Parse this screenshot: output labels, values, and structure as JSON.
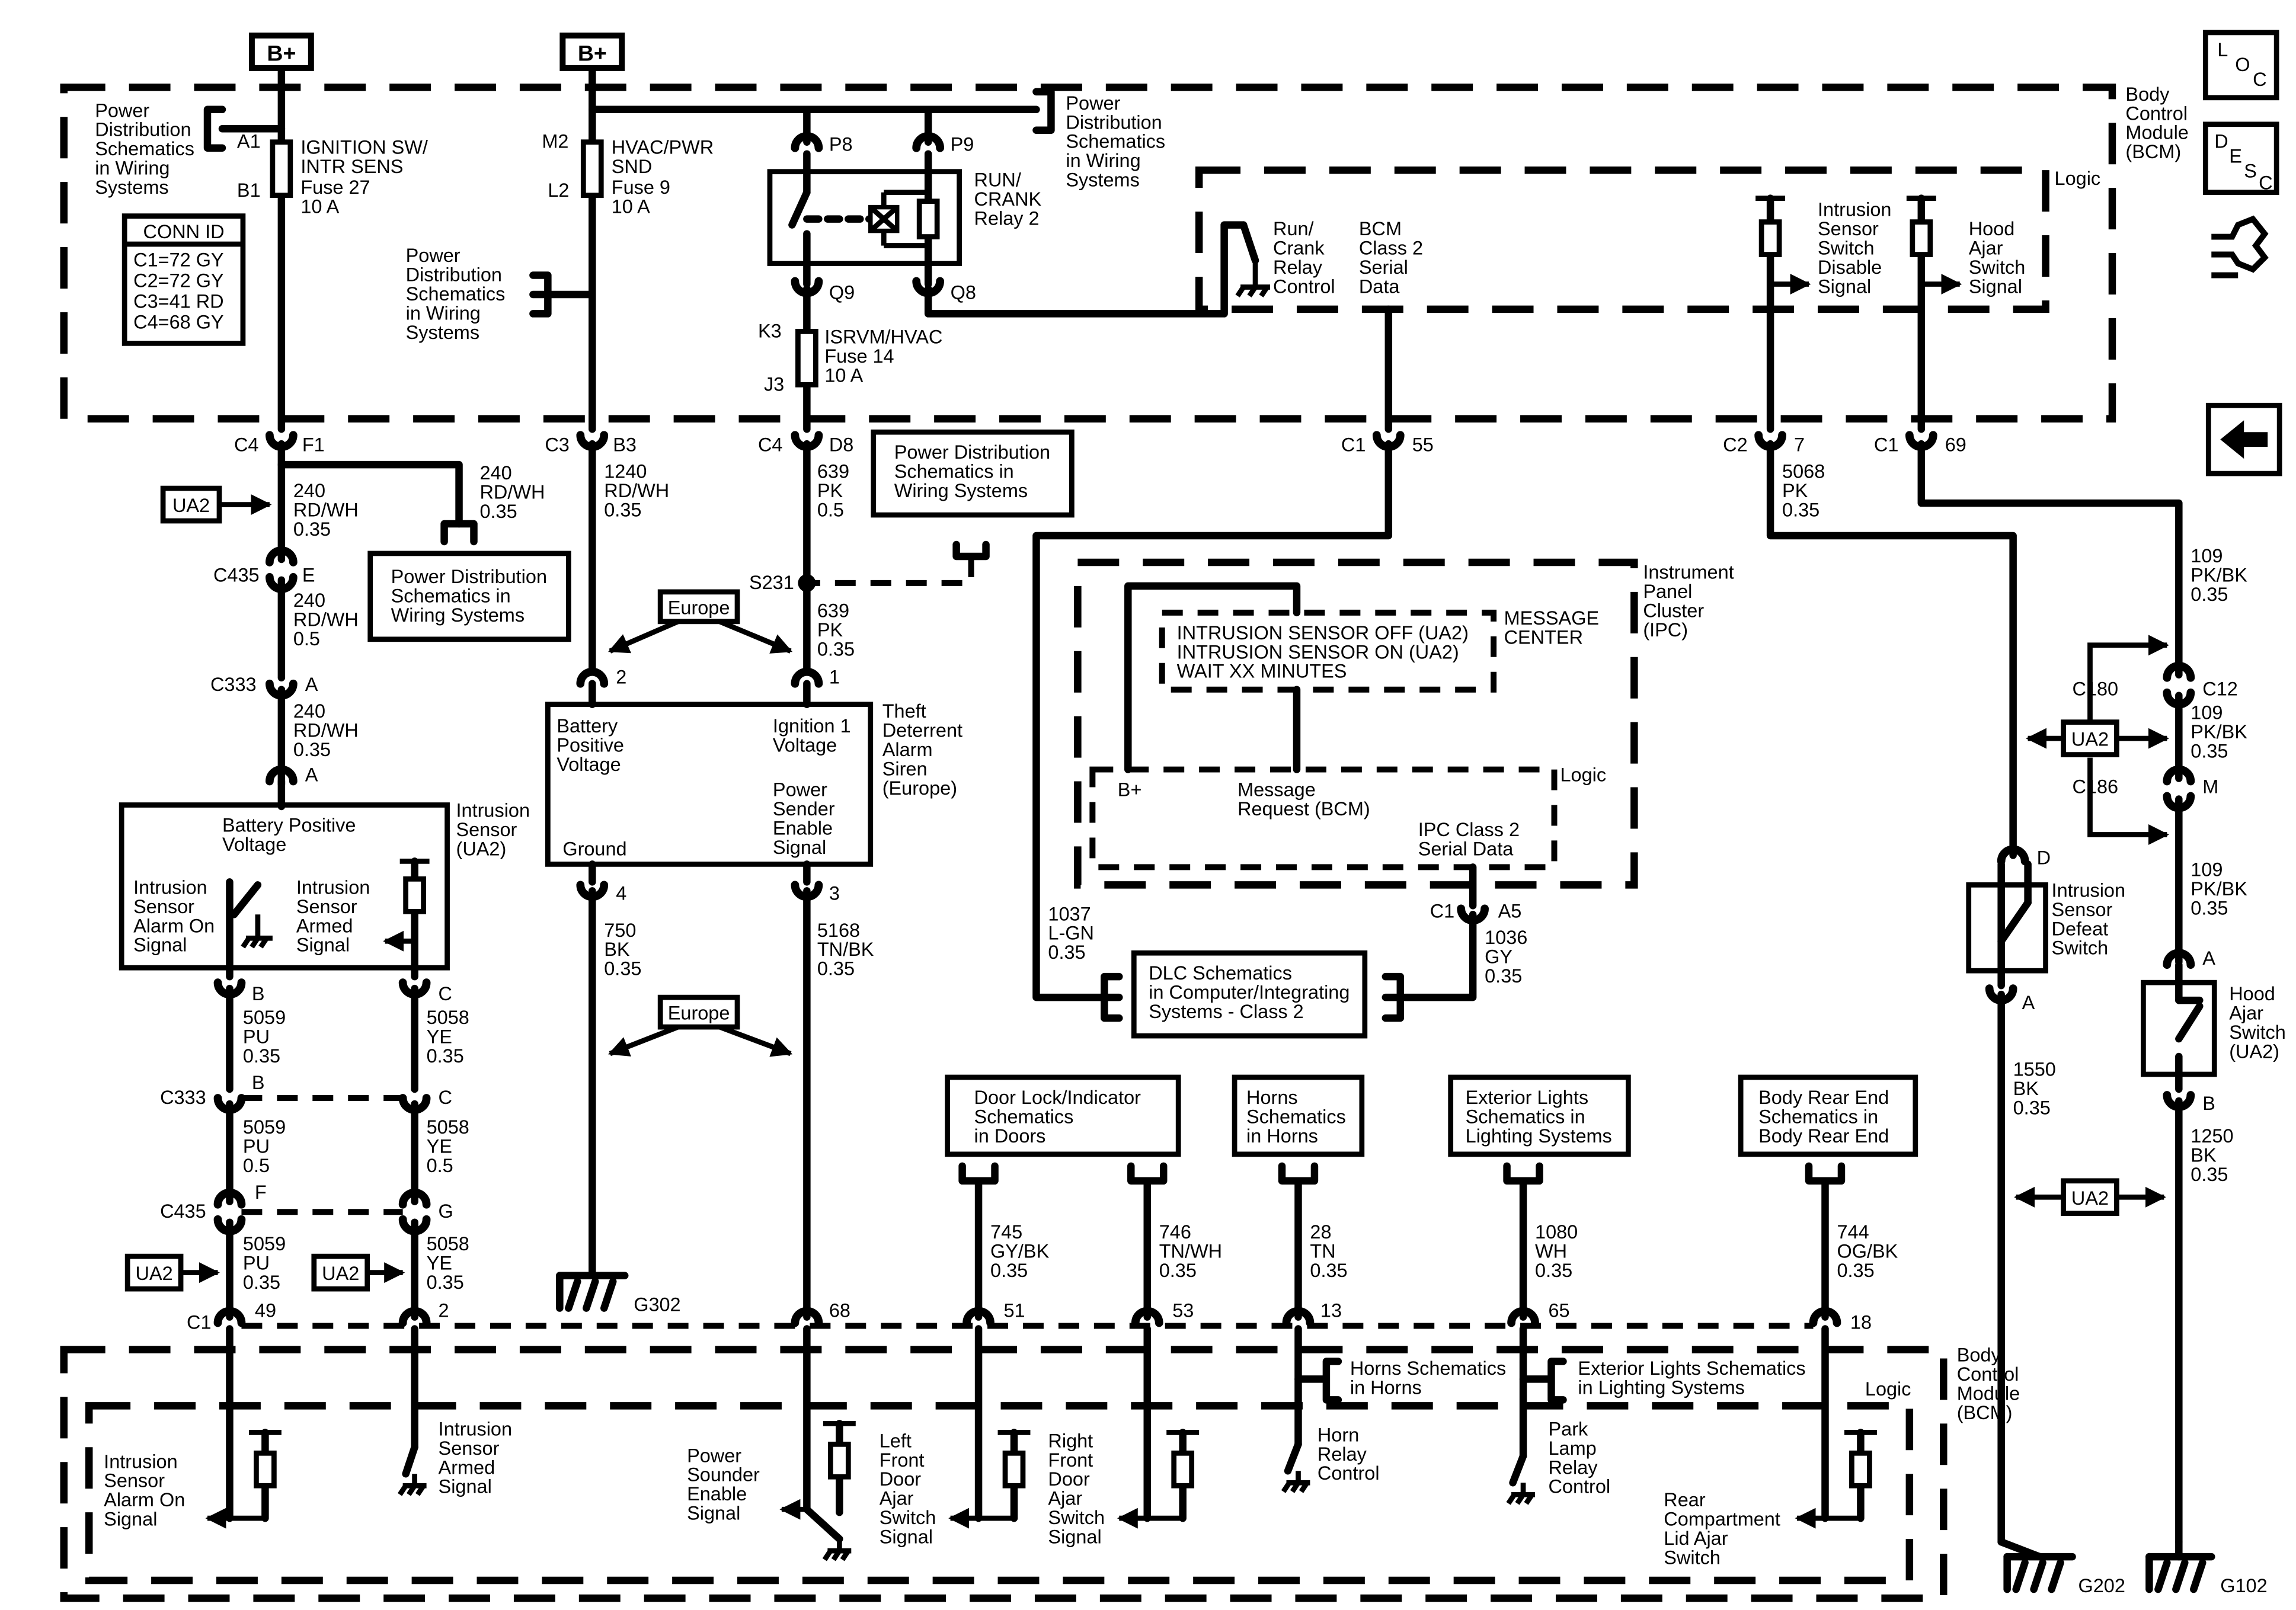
{
  "bplus": [
    "B+",
    "B+"
  ],
  "nav": {
    "loc": [
      "L",
      "O",
      "C"
    ],
    "desc": [
      "D",
      "E",
      "S",
      "C"
    ]
  },
  "bcm_top": [
    "Body",
    "Control",
    "Module",
    "(BCM)"
  ],
  "bcm_bottom": [
    "Body",
    "Control",
    "Module",
    "(BCM)"
  ],
  "logic": "Logic",
  "pds_left": [
    "Power",
    "Distribution",
    "Schematics",
    "in Wiring",
    "Systems"
  ],
  "pds_mid": [
    "Power",
    "Distribution",
    "Schematics",
    "in Wiring",
    "Systems"
  ],
  "pds_right": [
    "Power",
    "Distribution",
    "Schematics",
    "in Wiring",
    "Systems"
  ],
  "pds_box1": [
    "Power Distribution",
    "Schematics in",
    "Wiring Systems"
  ],
  "pds_box2": [
    "Power Distribution",
    "Schematics in",
    "Wiring Systems"
  ],
  "conn_id": {
    "title": "CONN ID",
    "rows": [
      "C1=72 GY",
      "C2=72 GY",
      "C3=41 RD",
      "C4=68 GY"
    ]
  },
  "fuse27": {
    "top": "A1",
    "bot": "B1",
    "label": [
      "IGNITION SW/",
      "INTR SENS",
      "Fuse 27",
      "10 A"
    ]
  },
  "fuse9": {
    "top": "M2",
    "bot": "L2",
    "label": [
      "HVAC/PWR",
      "SND",
      "Fuse 9",
      "10 A"
    ]
  },
  "fuse14": {
    "top": "K3",
    "bot": "J3",
    "label": [
      "ISRVM/HVAC",
      "Fuse 14",
      "10 A"
    ]
  },
  "relay": {
    "p8": "P8",
    "p9": "P9",
    "q9": "Q9",
    "q8": "Q8",
    "label": [
      "RUN/",
      "CRANK",
      "Relay 2"
    ]
  },
  "bcm_signals": {
    "run_crank": [
      "Run/",
      "Crank",
      "Relay",
      "Control"
    ],
    "class2": [
      "BCM",
      "Class 2",
      "Serial",
      "Data"
    ],
    "isd": [
      "Intrusion",
      "Sensor",
      "Switch",
      "Disable",
      "Signal"
    ],
    "hood": [
      "Hood",
      "Ajar",
      "Switch",
      "Signal"
    ]
  },
  "top_connectors": {
    "c4f1": [
      "C4",
      "F1"
    ],
    "c3b3": [
      "C3",
      "B3"
    ],
    "c4d8": [
      "C4",
      "D8"
    ],
    "c155": [
      "C1",
      "55"
    ],
    "c27": [
      "C2",
      "7"
    ],
    "c169": [
      "C1",
      "69"
    ]
  },
  "wires": {
    "w240a": [
      "240",
      "RD/WH",
      "0.35"
    ],
    "w240b": [
      "240",
      "RD/WH",
      "0.35"
    ],
    "w240c": [
      "240",
      "RD/WH",
      "0.5"
    ],
    "w240d": [
      "240",
      "RD/WH",
      "0.35"
    ],
    "w1240": [
      "1240",
      "RD/WH",
      "0.35"
    ],
    "w639a": [
      "639",
      "PK",
      "0.5"
    ],
    "w639b": [
      "639",
      "PK",
      "0.35"
    ],
    "w5068": [
      "5068",
      "PK",
      "0.35"
    ],
    "w109a": [
      "109",
      "PK/BK",
      "0.35"
    ],
    "w109b": [
      "109",
      "PK/BK",
      "0.35"
    ],
    "w109c": [
      "109",
      "PK/BK",
      "0.35"
    ],
    "w1037": [
      "1037",
      "L-GN",
      "0.35"
    ],
    "w1036": [
      "1036",
      "GY",
      "0.35"
    ],
    "w750": [
      "750",
      "BK",
      "0.35"
    ],
    "w5168": [
      "5168",
      "TN/BK",
      "0.35"
    ],
    "w5059a": [
      "5059",
      "PU",
      "0.35"
    ],
    "w5058a": [
      "5058",
      "YE",
      "0.35"
    ],
    "w5059b": [
      "5059",
      "PU",
      "0.5"
    ],
    "w5058b": [
      "5058",
      "YE",
      "0.5"
    ],
    "w5059c": [
      "5059",
      "PU",
      "0.35"
    ],
    "w5058c": [
      "5058",
      "YE",
      "0.35"
    ],
    "w1550": [
      "1550",
      "BK",
      "0.35"
    ],
    "w1250": [
      "1250",
      "BK",
      "0.35"
    ],
    "w745": [
      "745",
      "GY/BK",
      "0.35"
    ],
    "w746": [
      "746",
      "TN/WH",
      "0.35"
    ],
    "w28": [
      "28",
      "TN",
      "0.35"
    ],
    "w1080": [
      "1080",
      "WH",
      "0.35"
    ],
    "w744": [
      "744",
      "OG/BK",
      "0.35"
    ]
  },
  "ua2": "UA2",
  "inline": {
    "c435e": [
      "C435",
      "E"
    ],
    "c333a": [
      "C333",
      "A"
    ],
    "a": "A",
    "s231": "S231",
    "p2": "2",
    "p1": "1",
    "p4": "4",
    "p3": "3",
    "c180": "C180",
    "c12": "C12",
    "c186": "C186",
    "m": "M",
    "isd_d": "D",
    "isd_a": "A",
    "hood_a": "A",
    "hood_b": "B",
    "b": "B",
    "c": "C",
    "c333": "C333",
    "c333b": "B",
    "c333c": "C",
    "c435": "C435",
    "c435f": "F",
    "c435g": "G",
    "c1a5": [
      "C1",
      "A5"
    ]
  },
  "europe": [
    "Europe",
    "Europe"
  ],
  "ipc": {
    "title": [
      "Instrument",
      "Panel",
      "Cluster",
      "(IPC)"
    ],
    "messages": [
      "INTRUSION SENSOR OFF (UA2)",
      "INTRUSION SENSOR ON (UA2)",
      "WAIT XX MINUTES"
    ],
    "mc": [
      "MESSAGE",
      "CENTER"
    ],
    "bplus": "B+",
    "req": [
      "Message",
      "Request (BCM)"
    ],
    "ser": [
      "IPC Class 2",
      "Serial Data"
    ],
    "logic": "Logic"
  },
  "siren": {
    "title": [
      "Theft",
      "Deterrent",
      "Alarm",
      "Siren",
      "(Europe)"
    ],
    "bpv": [
      "Battery",
      "Positive",
      "Voltage"
    ],
    "ign": [
      "Ignition 1",
      "Voltage"
    ],
    "ground": "Ground",
    "psen": [
      "Power",
      "Sender",
      "Enable",
      "Signal"
    ]
  },
  "intrusion_sensor": {
    "title": [
      "Intrusion",
      "Sensor",
      "(UA2)"
    ],
    "bpv": [
      "Battery Positive",
      "Voltage"
    ],
    "alarm": [
      "Intrusion",
      "Sensor",
      "Alarm On",
      "Signal"
    ],
    "armed": [
      "Intrusion",
      "Sensor",
      "Armed",
      "Signal"
    ]
  },
  "isd_switch": [
    "Intrusion",
    "Sensor",
    "Defeat",
    "Switch"
  ],
  "hood_switch": [
    "Hood",
    "Ajar",
    "Switch",
    "(UA2)"
  ],
  "dlc": [
    "DLC Schematics",
    "in Computer/Integrating",
    "Systems - Class 2"
  ],
  "ref_boxes": {
    "door": [
      "Door Lock/Indicator",
      "Schematics",
      "in Doors"
    ],
    "horns": [
      "Horns",
      "Schematics",
      "in Horns"
    ],
    "ext": [
      "Exterior Lights",
      "Schematics in",
      "Lighting Systems"
    ],
    "rear": [
      "Body Rear End",
      "Schematics in",
      "Body Rear End"
    ]
  },
  "bottom_pins": {
    "c1": "C1",
    "p49": "49",
    "p2": "2",
    "p68": "68",
    "p51": "51",
    "p53": "53",
    "p13": "13",
    "p65": "65",
    "p18": "18"
  },
  "bottom_refs": {
    "horns": [
      "Horns Schematics",
      "in Horns"
    ],
    "ext": [
      "Exterior Lights Schematics",
      "in Lighting Systems"
    ]
  },
  "bcm_bottom_signals": {
    "alarm": [
      "Intrusion",
      "Sensor",
      "Alarm On",
      "Signal"
    ],
    "armed": [
      "Intrusion",
      "Sensor",
      "Armed",
      "Signal"
    ],
    "psen": [
      "Power",
      "Sounder",
      "Enable",
      "Signal"
    ],
    "lf": [
      "Left",
      "Front",
      "Door",
      "Ajar",
      "Switch",
      "Signal"
    ],
    "rf": [
      "Right",
      "Front",
      "Door",
      "Ajar",
      "Switch",
      "Signal"
    ],
    "horn": [
      "Horn",
      "Relay",
      "Control"
    ],
    "park": [
      "Park",
      "Lamp",
      "Relay",
      "Control"
    ],
    "rear": [
      "Rear",
      "Compartment",
      "Lid Ajar",
      "Switch"
    ]
  },
  "grounds": {
    "g302": "G302",
    "g202": "G202",
    "g102": "G102"
  }
}
